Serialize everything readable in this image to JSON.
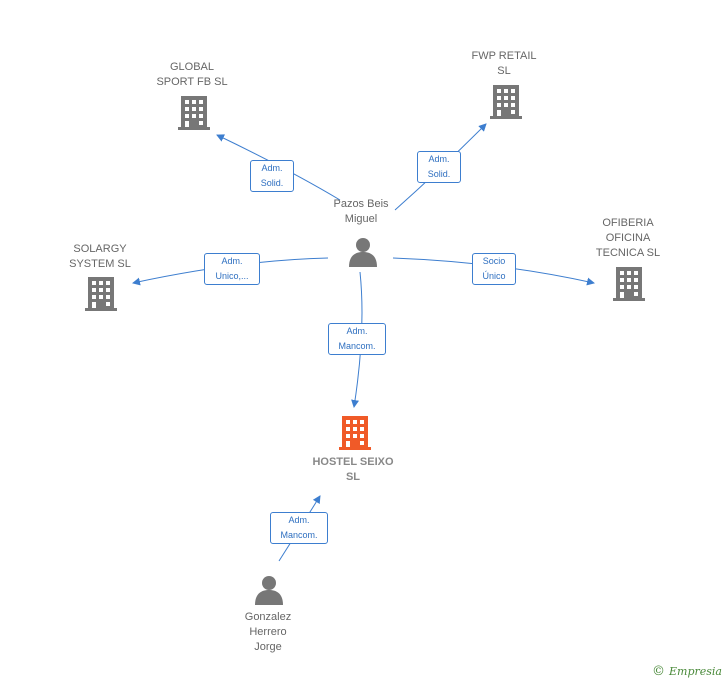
{
  "colors": {
    "edge": "#3d7ecf",
    "building": "#777777",
    "main_building": "#f05a28",
    "person": "#777777"
  },
  "nodes": {
    "global_sport": {
      "label": "GLOBAL\nSPORT FB  SL",
      "icon": "building-icon"
    },
    "fwp_retail": {
      "label": "FWP RETAIL\nSL",
      "icon": "building-icon"
    },
    "solargy": {
      "label": "SOLARGY\nSYSTEM  SL",
      "icon": "building-icon"
    },
    "ofiberia": {
      "label": "OFIBERIA\nOFICINA\nTECNICA SL",
      "icon": "building-icon"
    },
    "pazos": {
      "label": "Pazos Beis\nMiguel",
      "icon": "person-icon"
    },
    "hostel": {
      "label": "HOSTEL SEIXO\nSL",
      "icon": "building-icon"
    },
    "gonzalez": {
      "label": "Gonzalez\nHerrero\nJorge",
      "icon": "person-icon"
    }
  },
  "edges": {
    "pazos_global": "Adm.\nSolid.",
    "pazos_fwp": "Adm.\nSolid.",
    "pazos_solargy": "Adm.\nUnico,...",
    "pazos_ofiberia": "Socio\nÚnico",
    "pazos_hostel": "Adm.\nMancom.",
    "gonzalez_hostel": "Adm.\nMancom."
  },
  "footer": {
    "copyright_symbol": "©",
    "brand": "Empresia"
  }
}
